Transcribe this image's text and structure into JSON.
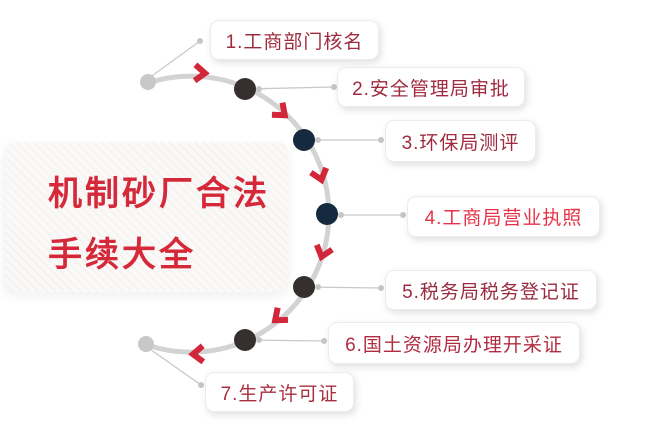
{
  "title": {
    "line1": "机制砂厂合法",
    "line2": "手续大全",
    "color": "#d52839"
  },
  "steps": [
    {
      "label": "1.工商部门核名",
      "color": "#9d2c3c"
    },
    {
      "label": "2.安全管理局审批",
      "color": "#a02a40"
    },
    {
      "label": "3.环保局测评",
      "color": "#9f2a3e"
    },
    {
      "label": "4.工商局营业执照",
      "color": "#e73347"
    },
    {
      "label": "5.税务局税务登记证",
      "color": "#992b40"
    },
    {
      "label": "6.国土资源局办理开采证",
      "color": "#b02c40"
    },
    {
      "label": "7.生产许可证",
      "color": "#a82f3e"
    }
  ],
  "colors": {
    "arc": "#d3d3d3",
    "connector": "#c9c9c9",
    "connector_dot": "#c6c6c6",
    "endpoint_dot": "#c8c8c8",
    "node_charcoal": "#35302d",
    "node_navy": "#152a3e",
    "arrow": "#d2273a",
    "box_bg": "#ffffff",
    "panel_bg": "#faf9f8"
  }
}
